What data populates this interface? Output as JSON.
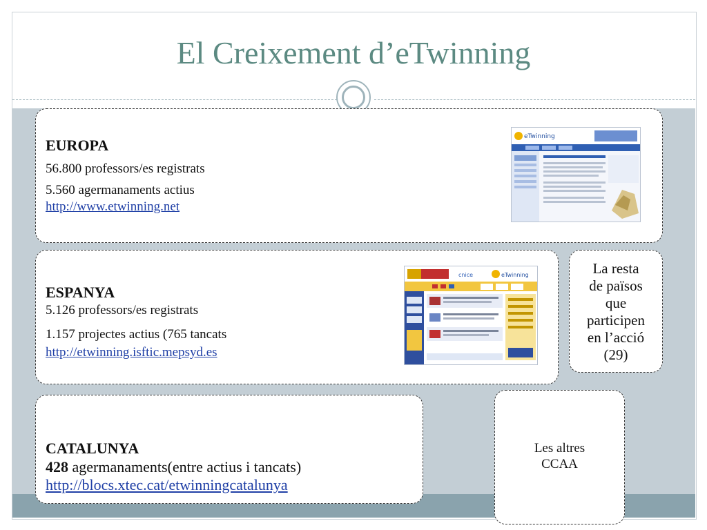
{
  "slide": {
    "title": "El Creixement d’eTwinning"
  },
  "europa": {
    "heading": "EUROPA",
    "teachers": "56.800 professors/es registrats",
    "partnerships": "5.560 agermanaments actius",
    "url": "http://www.etwinning.net"
  },
  "espanya": {
    "heading": "ESPANYA",
    "teachers": "5.126 professors/es registrats",
    "projects": "1.157 projectes actius (765 tancats",
    "url": "http://etwinning.isftic.mepsyd.es"
  },
  "catalunya": {
    "heading": "CATALUNYA",
    "count": "428",
    "partnerships": " agermanaments(entre actius i tancats)",
    "url": "http://blocs.xtec.cat/etwinningcatalunya"
  },
  "rest_countries": {
    "lines": [
      "La resta",
      "de països",
      "que",
      "participen",
      "en l’acció",
      "(29)"
    ]
  },
  "other_ccaa": {
    "lines": [
      "Les altres",
      "CCAA"
    ]
  },
  "colors": {
    "title": "#5c8a82",
    "link": "#1f3fa6",
    "background_panel": "#c3ced5",
    "band": "#8aa3ad"
  }
}
